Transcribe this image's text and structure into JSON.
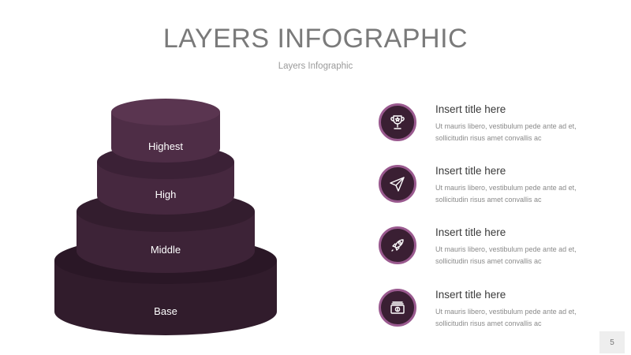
{
  "header": {
    "title": "LAYERS INFOGRAPHIC",
    "subtitle": "Layers Infographic"
  },
  "layers": [
    {
      "label": "Highest"
    },
    {
      "label": "High"
    },
    {
      "label": "Middle"
    },
    {
      "label": "Base"
    }
  ],
  "items": [
    {
      "icon": "trophy-icon",
      "title": "Insert title here",
      "body": "Ut mauris libero, vestibulum pede ante ad et, sollicitudin risus amet convallis ac"
    },
    {
      "icon": "paper-plane-icon",
      "title": "Insert title here",
      "body": "Ut mauris libero, vestibulum pede ante ad et, sollicitudin risus amet convallis ac"
    },
    {
      "icon": "rocket-icon",
      "title": "Insert title here",
      "body": "Ut mauris libero, vestibulum pede ante ad et, sollicitudin risus amet convallis ac"
    },
    {
      "icon": "money-icon",
      "title": "Insert title here",
      "body": "Ut mauris libero, vestibulum pede ante ad et, sollicitudin risus amet convallis ac"
    }
  ],
  "page_number": "5",
  "colors": {
    "layer_top": "#5a3550",
    "layer_side_highest": "#4e2d46",
    "layer_side_high": "#46283f",
    "layer_side_middle": "#3d2337",
    "layer_side_base": "#311c2c",
    "icon_circle": "#3a1f33",
    "icon_ring": "#9a5a8f"
  }
}
